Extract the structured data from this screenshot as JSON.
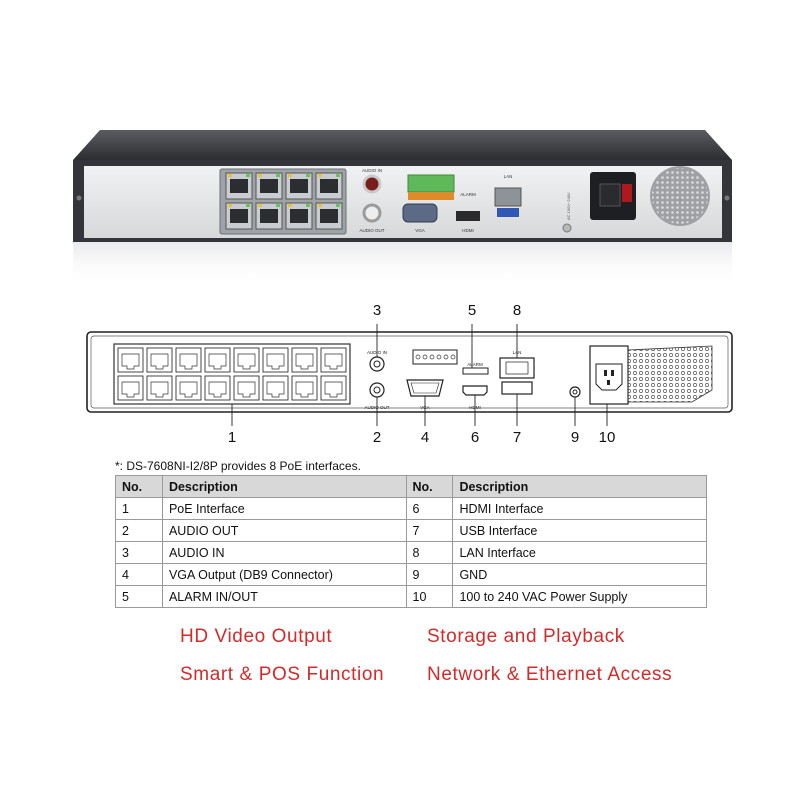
{
  "device_labels": {
    "audio_in": "AUDIO IN",
    "audio_out": "AUDIO OUT",
    "vga": "VGA",
    "alarm": "ALARM",
    "hdmi": "HDMI",
    "lan": "LAN",
    "power_rating": "AC 100V~240V"
  },
  "callouts": {
    "c1": "1",
    "c2": "2",
    "c3": "3",
    "c4": "4",
    "c5": "5",
    "c6": "6",
    "c7": "7",
    "c8": "8",
    "c9": "9",
    "c10": "10"
  },
  "note": "*: DS-7608NI-I2/8P provides 8 PoE interfaces.",
  "table": {
    "headers": [
      "No.",
      "Description",
      "No.",
      "Description"
    ],
    "rows": [
      [
        "1",
        "PoE Interface",
        "6",
        "HDMI Interface"
      ],
      [
        "2",
        "AUDIO OUT",
        "7",
        "USB Interface"
      ],
      [
        "3",
        "AUDIO IN",
        "8",
        "LAN Interface"
      ],
      [
        "4",
        "VGA Output (DB9 Connector)",
        "9",
        "GND"
      ],
      [
        "5",
        "ALARM IN/OUT",
        "10",
        "100 to 240 VAC Power Supply"
      ]
    ]
  },
  "features": [
    "HD Video Output",
    "Storage and Playback",
    "Smart & POS Function",
    "Network & Ethernet Access"
  ],
  "colors": {
    "feature_text": "#d42a2a",
    "table_header_bg": "#d8d8d8",
    "chassis_dark": "#3a3b3f",
    "panel_silver": "#e4e6e8"
  }
}
